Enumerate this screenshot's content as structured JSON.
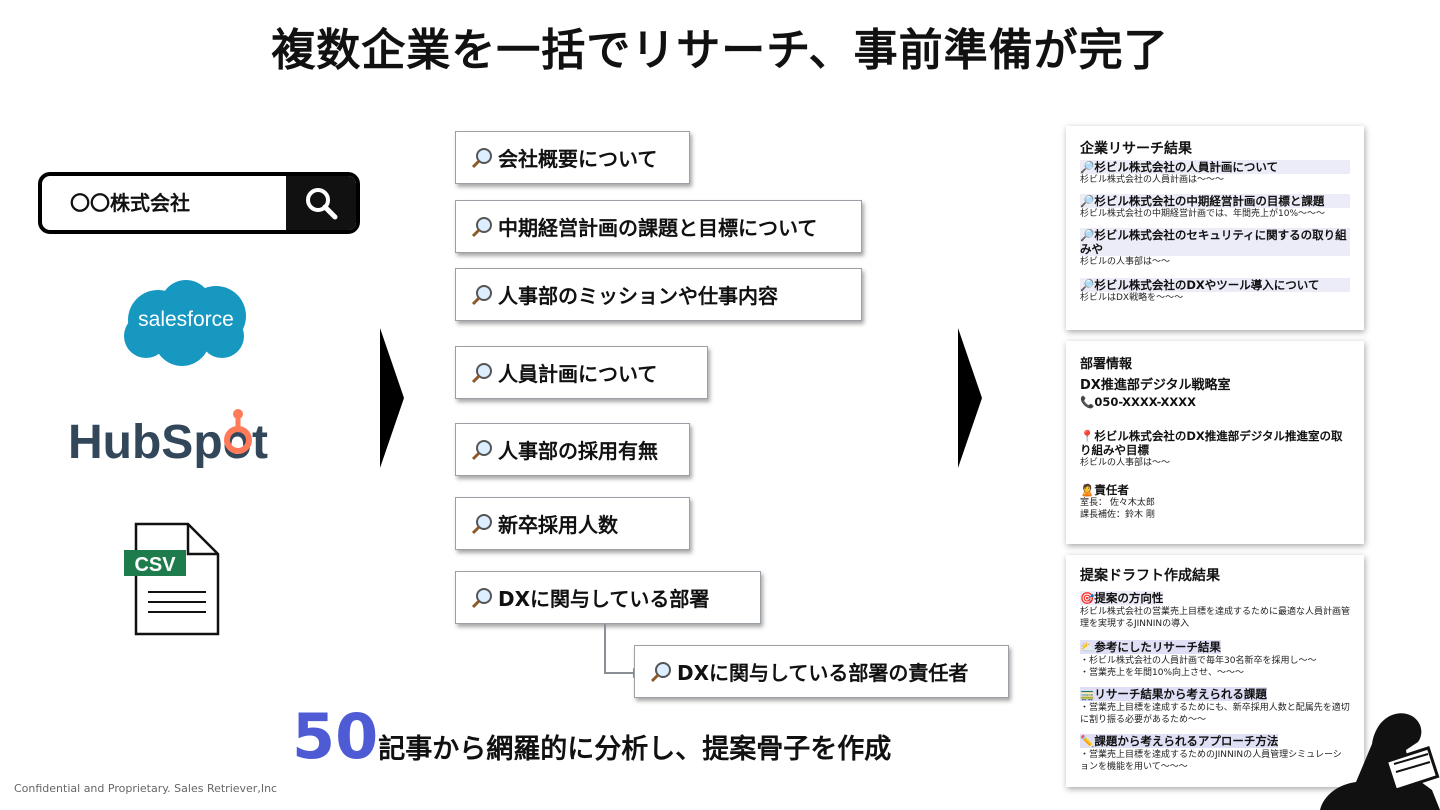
{
  "title": "複数企業を一括でリサーチ、事前準備が完了",
  "search": {
    "text": "〇〇株式会社"
  },
  "sources": {
    "salesforce": "salesforce",
    "hubspot": "HubSpot",
    "csv": "CSV"
  },
  "topics": [
    "会社概要について",
    "中期経営計画の課題と目標について",
    "人事部のミッションや仕事内容",
    "人員計画について",
    "人事部の採用有無",
    "新卒採用人数",
    "DXに関与している部署",
    "DXに関与している部署の責任者"
  ],
  "summary": {
    "number": "50",
    "text": "記事から網羅的に分析し、提案骨子を作成"
  },
  "footer": "Confidential and Proprietary. Sales Retriever,Inc",
  "card1": {
    "heading": "企業リサーチ結果",
    "items": [
      {
        "title": "🔎杉ビル株式会社の人員計画について",
        "body": "杉ビル株式会社の人員計画は〜〜〜"
      },
      {
        "title": "🔎杉ビル株式会社の中期経営計画の目標と課題",
        "body": "杉ビル株式会社の中期経営計画では、年間売上が10%〜〜〜"
      },
      {
        "title": "🔎杉ビル株式会社のセキュリティに関するの取り組みや",
        "body": "杉ビルの人事部は〜〜"
      },
      {
        "title": "🔎杉ビル株式会社のDXやツール導入について",
        "body": "杉ビルはDX戦略を〜〜〜"
      }
    ]
  },
  "card2": {
    "heading1": "部署情報",
    "heading2": "DX推進部デジタル戦略室",
    "phone": "📞050-XXXX-XXXX",
    "item_title": "📍杉ビル株式会社のDX推進部デジタル推進室の取り組みや目標",
    "item_body": "杉ビルの人事部は〜〜",
    "owner_title": "🙎責任者",
    "owner_lines": [
      "室長： 佐々木太郎",
      "課長補佐：鈴木 剛"
    ]
  },
  "card3": {
    "heading": "提案ドラフト作成結果",
    "sections": [
      {
        "title": "🎯提案の方向性",
        "lines": [
          "杉ビル株式会社の営業売上目標を達成するために最適な人員計画管理を実現するJINNINの導入"
        ]
      },
      {
        "title": "⛅参考にしたリサーチ結果",
        "lines": [
          "・杉ビル株式会社の人員計画で毎年30名新卒を採用し〜〜",
          "・営業売上を年間10%向上させ、〜〜〜"
        ]
      },
      {
        "title": "🚃リサーチ結果から考えられる課題",
        "lines": [
          "・営業売上目標を達成するためにも、新卒採用人数と配属先を適切に割り振る必要があるため〜〜"
        ]
      },
      {
        "title": "✏️課題から考えられるアプローチ方法",
        "lines": [
          "・営業売上目標を達成するためのJINNINの人員管理シミュレーションを機能を用いて〜〜〜"
        ]
      }
    ]
  },
  "colors": {
    "accent": "#4f5bd5",
    "salesforce": "#1798c1",
    "hubspot_dark": "#33475b",
    "hubspot_orange": "#ff7a59",
    "csv_green": "#1e7b4c"
  }
}
